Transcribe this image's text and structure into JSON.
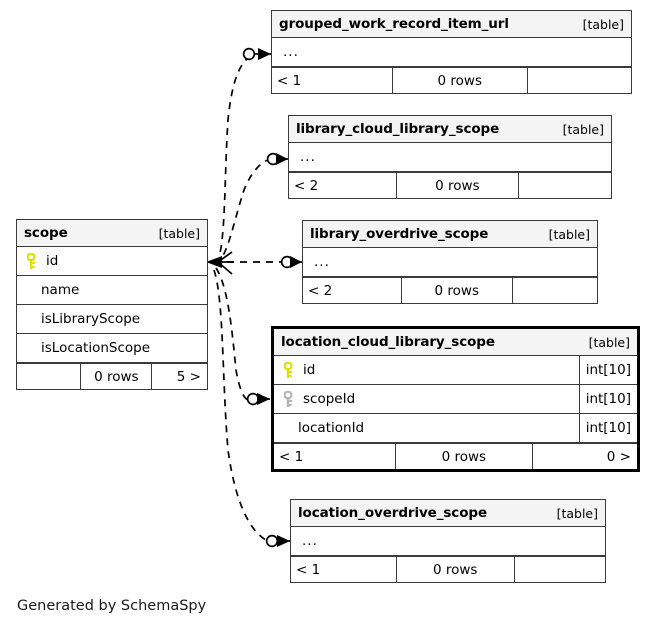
{
  "diagram": {
    "tool": "SchemaSpy",
    "credit": "Generated by SchemaSpy",
    "table_tag": "[table]",
    "ellipsis": "...",
    "colors": {
      "primary_key": "#e8e800",
      "foreign_key": "#b0b0b0",
      "header_bg": "#f4f4f4",
      "border": "#3b3b3b",
      "focus_border": "#000000",
      "background": "#ffffff"
    }
  },
  "tables": [
    {
      "id": "grouped_work_record_item_url",
      "name": "grouped_work_record_item_url",
      "tag": "[table]",
      "focused": false,
      "columns": [
        {
          "name": "...",
          "type": "",
          "key": "none",
          "is_ellipsis": true
        }
      ],
      "footer": {
        "left": "< 1",
        "center": "0 rows",
        "right": ""
      }
    },
    {
      "id": "library_cloud_library_scope",
      "name": "library_cloud_library_scope",
      "tag": "[table]",
      "focused": false,
      "columns": [
        {
          "name": "...",
          "type": "",
          "key": "none",
          "is_ellipsis": true
        }
      ],
      "footer": {
        "left": "< 2",
        "center": "0 rows",
        "right": ""
      }
    },
    {
      "id": "library_overdrive_scope",
      "name": "library_overdrive_scope",
      "tag": "[table]",
      "focused": false,
      "columns": [
        {
          "name": "...",
          "type": "",
          "key": "none",
          "is_ellipsis": true
        }
      ],
      "footer": {
        "left": "< 2",
        "center": "0 rows",
        "right": ""
      }
    },
    {
      "id": "scope",
      "name": "scope",
      "tag": "[table]",
      "focused": false,
      "columns": [
        {
          "name": "id",
          "type": "",
          "key": "primary",
          "is_ellipsis": false
        },
        {
          "name": "name",
          "type": "",
          "key": "none",
          "is_ellipsis": false
        },
        {
          "name": "isLibraryScope",
          "type": "",
          "key": "none",
          "is_ellipsis": false
        },
        {
          "name": "isLocationScope",
          "type": "",
          "key": "none",
          "is_ellipsis": false
        }
      ],
      "footer": {
        "left": "",
        "center": "0 rows",
        "right": "5 >"
      }
    },
    {
      "id": "location_cloud_library_scope",
      "name": "location_cloud_library_scope",
      "tag": "[table]",
      "focused": true,
      "columns": [
        {
          "name": "id",
          "type": "int[10]",
          "key": "primary",
          "is_ellipsis": false
        },
        {
          "name": "scopeId",
          "type": "int[10]",
          "key": "foreign",
          "is_ellipsis": false
        },
        {
          "name": "locationId",
          "type": "int[10]",
          "key": "none",
          "is_ellipsis": false
        }
      ],
      "footer": {
        "left": "< 1",
        "center": "0 rows",
        "right": "0 >"
      }
    },
    {
      "id": "location_overdrive_scope",
      "name": "location_overdrive_scope",
      "tag": "[table]",
      "focused": false,
      "columns": [
        {
          "name": "...",
          "type": "",
          "key": "none",
          "is_ellipsis": true
        }
      ],
      "footer": {
        "left": "< 1",
        "center": "0 rows",
        "right": ""
      }
    }
  ],
  "relationships": [
    {
      "from": "scope",
      "to": "grouped_work_record_item_url",
      "style": "dashed",
      "source_cardinality": "crows-foot",
      "target_cardinality": "zero-or-one"
    },
    {
      "from": "scope",
      "to": "library_cloud_library_scope",
      "style": "dashed",
      "source_cardinality": "crows-foot",
      "target_cardinality": "zero-or-one"
    },
    {
      "from": "scope",
      "to": "library_overdrive_scope",
      "style": "dashed",
      "source_cardinality": "crows-foot",
      "target_cardinality": "zero-or-one"
    },
    {
      "from": "scope",
      "to": "location_cloud_library_scope",
      "style": "dashed",
      "source_cardinality": "crows-foot",
      "target_cardinality": "zero-or-one"
    },
    {
      "from": "scope",
      "to": "location_overdrive_scope",
      "style": "dashed",
      "source_cardinality": "crows-foot",
      "target_cardinality": "zero-or-one"
    }
  ]
}
